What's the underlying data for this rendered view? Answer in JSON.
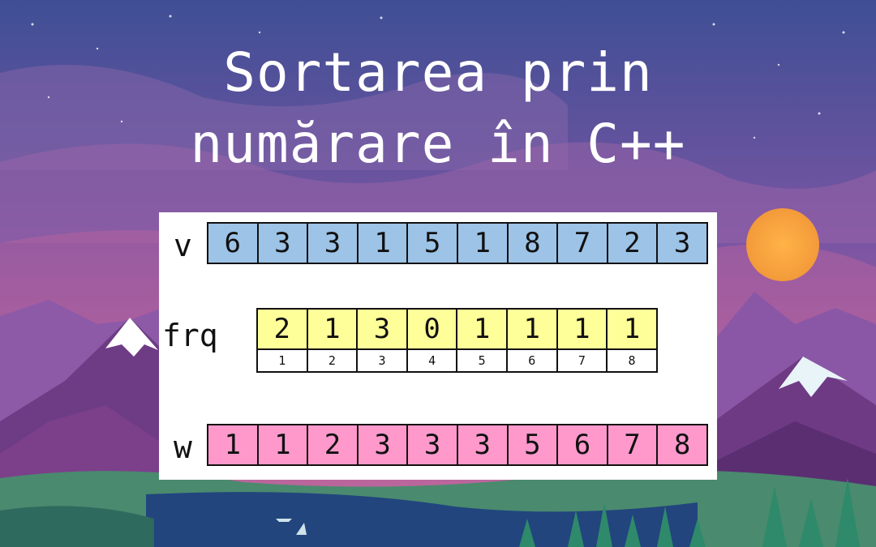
{
  "title": {
    "line1": "Sortarea prin",
    "line2": "numărare în C++"
  },
  "arrays": {
    "v": {
      "label": "v",
      "values": [
        "6",
        "3",
        "3",
        "1",
        "5",
        "1",
        "8",
        "7",
        "2",
        "3"
      ],
      "color": "#9dc3e6"
    },
    "frq": {
      "label": "frq",
      "values": [
        "2",
        "1",
        "3",
        "0",
        "1",
        "1",
        "1",
        "1"
      ],
      "indices": [
        "1",
        "2",
        "3",
        "4",
        "5",
        "6",
        "7",
        "8"
      ],
      "color": "#ffff99"
    },
    "w": {
      "label": "w",
      "values": [
        "1",
        "1",
        "2",
        "3",
        "3",
        "3",
        "5",
        "6",
        "7",
        "8"
      ],
      "color": "#ff99cc"
    }
  },
  "colors": {
    "sky_top": "#3f4f95",
    "sky_mid": "#8a4e9a",
    "sun": "#f6a83e",
    "lake": "#22457e"
  }
}
